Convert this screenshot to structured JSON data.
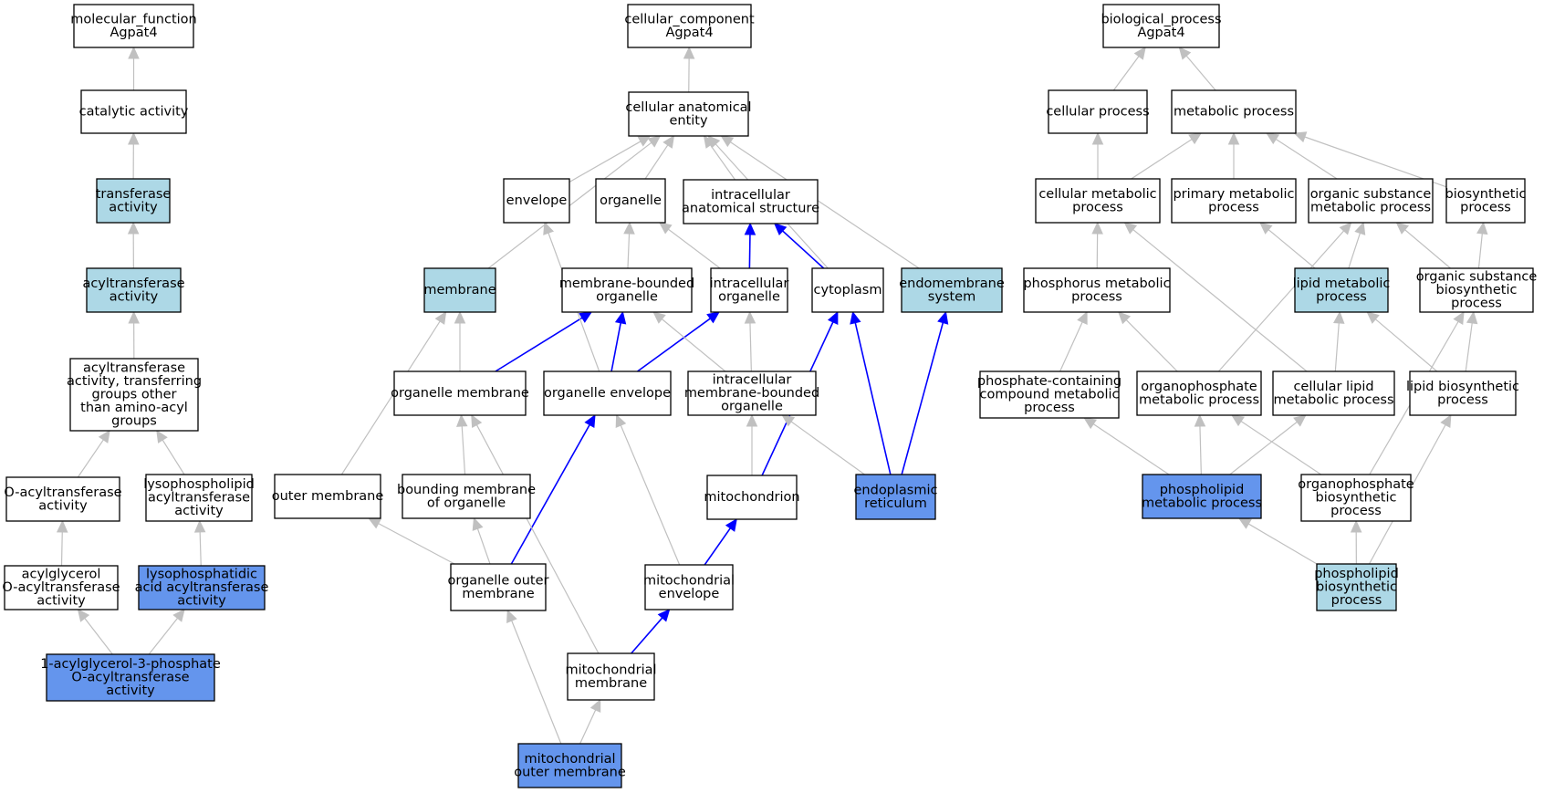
{
  "colors": {
    "node_fill": "#ffffff",
    "highlight_light": "#add8e6",
    "highlight_dark": "#6495ed",
    "edge_gray": "#c0c0c0",
    "edge_blue": "#0000ff",
    "stroke": "#000000"
  },
  "nodes": [
    {
      "id": "mf",
      "lines": [
        "molecular_function",
        "Agpat4"
      ],
      "fill": "white"
    },
    {
      "id": "ca",
      "lines": [
        "catalytic activity"
      ],
      "fill": "white"
    },
    {
      "id": "ta",
      "lines": [
        "transferase",
        "activity"
      ],
      "fill": "light"
    },
    {
      "id": "aa",
      "lines": [
        "acyltransferase",
        "activity"
      ],
      "fill": "light"
    },
    {
      "id": "atg",
      "lines": [
        "acyltransferase",
        "activity, transferring",
        "groups other",
        "than amino-acyl",
        "groups"
      ],
      "fill": "white"
    },
    {
      "id": "oat",
      "lines": [
        "O-acyltransferase",
        "activity"
      ],
      "fill": "white"
    },
    {
      "id": "lpat",
      "lines": [
        "lysophospholipid",
        "acyltransferase",
        "activity"
      ],
      "fill": "white"
    },
    {
      "id": "agoat",
      "lines": [
        "acylglycerol",
        "O-acyltransferase",
        "activity"
      ],
      "fill": "white"
    },
    {
      "id": "lpaat",
      "lines": [
        "lysophosphatidic",
        "acid acyltransferase",
        "activity"
      ],
      "fill": "dark"
    },
    {
      "id": "agpoat",
      "lines": [
        "1-acylglycerol-3-phosphate",
        "O-acyltransferase",
        "activity"
      ],
      "fill": "dark"
    },
    {
      "id": "cc",
      "lines": [
        "cellular_component",
        "Agpat4"
      ],
      "fill": "white"
    },
    {
      "id": "cae",
      "lines": [
        "cellular anatomical",
        "entity"
      ],
      "fill": "white"
    },
    {
      "id": "env",
      "lines": [
        "envelope"
      ],
      "fill": "white"
    },
    {
      "id": "org",
      "lines": [
        "organelle"
      ],
      "fill": "white"
    },
    {
      "id": "ias",
      "lines": [
        "intracellular",
        "anatomical structure"
      ],
      "fill": "white"
    },
    {
      "id": "mem",
      "lines": [
        "membrane"
      ],
      "fill": "light"
    },
    {
      "id": "mbo",
      "lines": [
        "membrane-bounded",
        "organelle"
      ],
      "fill": "white"
    },
    {
      "id": "io",
      "lines": [
        "intracellular",
        "organelle"
      ],
      "fill": "white"
    },
    {
      "id": "cyt",
      "lines": [
        "cytoplasm"
      ],
      "fill": "white"
    },
    {
      "id": "ems",
      "lines": [
        "endomembrane",
        "system"
      ],
      "fill": "light"
    },
    {
      "id": "om",
      "lines": [
        "organelle membrane"
      ],
      "fill": "white"
    },
    {
      "id": "oe",
      "lines": [
        "organelle envelope"
      ],
      "fill": "white"
    },
    {
      "id": "imbo",
      "lines": [
        "intracellular",
        "membrane-bounded",
        "organelle"
      ],
      "fill": "white"
    },
    {
      "id": "outm",
      "lines": [
        "outer membrane"
      ],
      "fill": "white"
    },
    {
      "id": "bmo",
      "lines": [
        "bounding membrane",
        "of organelle"
      ],
      "fill": "white"
    },
    {
      "id": "mito",
      "lines": [
        "mitochondrion"
      ],
      "fill": "white"
    },
    {
      "id": "er",
      "lines": [
        "endoplasmic",
        "reticulum"
      ],
      "fill": "dark"
    },
    {
      "id": "oom",
      "lines": [
        "organelle outer",
        "membrane"
      ],
      "fill": "white"
    },
    {
      "id": "menv",
      "lines": [
        "mitochondrial",
        "envelope"
      ],
      "fill": "white"
    },
    {
      "id": "mmem",
      "lines": [
        "mitochondrial",
        "membrane"
      ],
      "fill": "white"
    },
    {
      "id": "mom",
      "lines": [
        "mitochondrial",
        "outer membrane"
      ],
      "fill": "dark"
    },
    {
      "id": "bp",
      "lines": [
        "biological_process",
        "Agpat4"
      ],
      "fill": "white"
    },
    {
      "id": "cp",
      "lines": [
        "cellular process"
      ],
      "fill": "white"
    },
    {
      "id": "mp",
      "lines": [
        "metabolic process"
      ],
      "fill": "white"
    },
    {
      "id": "cmp",
      "lines": [
        "cellular metabolic",
        "process"
      ],
      "fill": "white"
    },
    {
      "id": "pmp",
      "lines": [
        "primary metabolic",
        "process"
      ],
      "fill": "white"
    },
    {
      "id": "osmp",
      "lines": [
        "organic substance",
        "metabolic process"
      ],
      "fill": "white"
    },
    {
      "id": "bsp",
      "lines": [
        "biosynthetic",
        "process"
      ],
      "fill": "white"
    },
    {
      "id": "phmp",
      "lines": [
        "phosphorus metabolic",
        "process"
      ],
      "fill": "white"
    },
    {
      "id": "lmp",
      "lines": [
        "lipid metabolic",
        "process"
      ],
      "fill": "light"
    },
    {
      "id": "osbp",
      "lines": [
        "organic substance",
        "biosynthetic",
        "process"
      ],
      "fill": "white"
    },
    {
      "id": "pccmp",
      "lines": [
        "phosphate-containing",
        "compound metabolic",
        "process"
      ],
      "fill": "white"
    },
    {
      "id": "opmp",
      "lines": [
        "organophosphate",
        "metabolic process"
      ],
      "fill": "white"
    },
    {
      "id": "clmp",
      "lines": [
        "cellular lipid",
        "metabolic process"
      ],
      "fill": "white"
    },
    {
      "id": "lbp",
      "lines": [
        "lipid biosynthetic",
        "process"
      ],
      "fill": "white"
    },
    {
      "id": "plmp",
      "lines": [
        "phospholipid",
        "metabolic process"
      ],
      "fill": "dark"
    },
    {
      "id": "opbp",
      "lines": [
        "organophosphate",
        "biosynthetic",
        "process"
      ],
      "fill": "white"
    },
    {
      "id": "plbp",
      "lines": [
        "phospholipid",
        "biosynthetic",
        "process"
      ],
      "fill": "light"
    }
  ],
  "edges": [
    {
      "from": "ca",
      "to": "mf",
      "color": "gray"
    },
    {
      "from": "ta",
      "to": "ca",
      "color": "gray"
    },
    {
      "from": "aa",
      "to": "ta",
      "color": "gray"
    },
    {
      "from": "atg",
      "to": "aa",
      "color": "gray"
    },
    {
      "from": "oat",
      "to": "atg",
      "color": "gray"
    },
    {
      "from": "lpat",
      "to": "atg",
      "color": "gray"
    },
    {
      "from": "agoat",
      "to": "oat",
      "color": "gray"
    },
    {
      "from": "lpaat",
      "to": "lpat",
      "color": "gray"
    },
    {
      "from": "agpoat",
      "to": "agoat",
      "color": "gray"
    },
    {
      "from": "agpoat",
      "to": "lpaat",
      "color": "gray"
    },
    {
      "from": "cae",
      "to": "cc",
      "color": "gray"
    },
    {
      "from": "env",
      "to": "cae",
      "color": "gray"
    },
    {
      "from": "org",
      "to": "cae",
      "color": "gray"
    },
    {
      "from": "ias",
      "to": "cae",
      "color": "gray"
    },
    {
      "from": "mem",
      "to": "cae",
      "color": "gray"
    },
    {
      "from": "cyt",
      "to": "cae",
      "color": "gray"
    },
    {
      "from": "ems",
      "to": "cae",
      "color": "gray"
    },
    {
      "from": "mbo",
      "to": "org",
      "color": "gray"
    },
    {
      "from": "io",
      "to": "org",
      "color": "gray"
    },
    {
      "from": "io",
      "to": "ias",
      "color": "blue"
    },
    {
      "from": "cyt",
      "to": "ias",
      "color": "blue"
    },
    {
      "from": "om",
      "to": "mem",
      "color": "gray"
    },
    {
      "from": "om",
      "to": "mbo",
      "color": "blue"
    },
    {
      "from": "outm",
      "to": "mem",
      "color": "gray"
    },
    {
      "from": "oe",
      "to": "env",
      "color": "gray"
    },
    {
      "from": "oe",
      "to": "mbo",
      "color": "blue"
    },
    {
      "from": "oe",
      "to": "io",
      "color": "blue"
    },
    {
      "from": "imbo",
      "to": "mbo",
      "color": "gray"
    },
    {
      "from": "imbo",
      "to": "io",
      "color": "gray"
    },
    {
      "from": "bmo",
      "to": "om",
      "color": "gray"
    },
    {
      "from": "oom",
      "to": "outm",
      "color": "gray"
    },
    {
      "from": "oom",
      "to": "bmo",
      "color": "gray"
    },
    {
      "from": "oom",
      "to": "oe",
      "color": "blue"
    },
    {
      "from": "mito",
      "to": "imbo",
      "color": "gray"
    },
    {
      "from": "mito",
      "to": "cyt",
      "color": "blue"
    },
    {
      "from": "er",
      "to": "imbo",
      "color": "gray"
    },
    {
      "from": "er",
      "to": "cyt",
      "color": "blue"
    },
    {
      "from": "er",
      "to": "ems",
      "color": "blue"
    },
    {
      "from": "menv",
      "to": "oe",
      "color": "gray"
    },
    {
      "from": "menv",
      "to": "mito",
      "color": "blue"
    },
    {
      "from": "mmem",
      "to": "om",
      "color": "gray"
    },
    {
      "from": "mmem",
      "to": "menv",
      "color": "blue"
    },
    {
      "from": "mom",
      "to": "oom",
      "color": "gray"
    },
    {
      "from": "mom",
      "to": "mmem",
      "color": "gray"
    },
    {
      "from": "cp",
      "to": "bp",
      "color": "gray"
    },
    {
      "from": "mp",
      "to": "bp",
      "color": "gray"
    },
    {
      "from": "cmp",
      "to": "cp",
      "color": "gray"
    },
    {
      "from": "cmp",
      "to": "mp",
      "color": "gray"
    },
    {
      "from": "pmp",
      "to": "mp",
      "color": "gray"
    },
    {
      "from": "osmp",
      "to": "mp",
      "color": "gray"
    },
    {
      "from": "bsp",
      "to": "mp",
      "color": "gray"
    },
    {
      "from": "phmp",
      "to": "cmp",
      "color": "gray"
    },
    {
      "from": "lmp",
      "to": "pmp",
      "color": "gray"
    },
    {
      "from": "lmp",
      "to": "osmp",
      "color": "gray"
    },
    {
      "from": "osbp",
      "to": "osmp",
      "color": "gray"
    },
    {
      "from": "osbp",
      "to": "bsp",
      "color": "gray"
    },
    {
      "from": "pccmp",
      "to": "phmp",
      "color": "gray"
    },
    {
      "from": "opmp",
      "to": "phmp",
      "color": "gray"
    },
    {
      "from": "opmp",
      "to": "osmp",
      "color": "gray"
    },
    {
      "from": "clmp",
      "to": "cmp",
      "color": "gray"
    },
    {
      "from": "clmp",
      "to": "lmp",
      "color": "gray"
    },
    {
      "from": "lbp",
      "to": "lmp",
      "color": "gray"
    },
    {
      "from": "lbp",
      "to": "osbp",
      "color": "gray"
    },
    {
      "from": "plmp",
      "to": "pccmp",
      "color": "gray"
    },
    {
      "from": "plmp",
      "to": "opmp",
      "color": "gray"
    },
    {
      "from": "plmp",
      "to": "clmp",
      "color": "gray"
    },
    {
      "from": "opbp",
      "to": "opmp",
      "color": "gray"
    },
    {
      "from": "opbp",
      "to": "osbp",
      "color": "gray"
    },
    {
      "from": "plbp",
      "to": "plmp",
      "color": "gray"
    },
    {
      "from": "plbp",
      "to": "opbp",
      "color": "gray"
    },
    {
      "from": "plbp",
      "to": "lbp",
      "color": "gray"
    }
  ]
}
